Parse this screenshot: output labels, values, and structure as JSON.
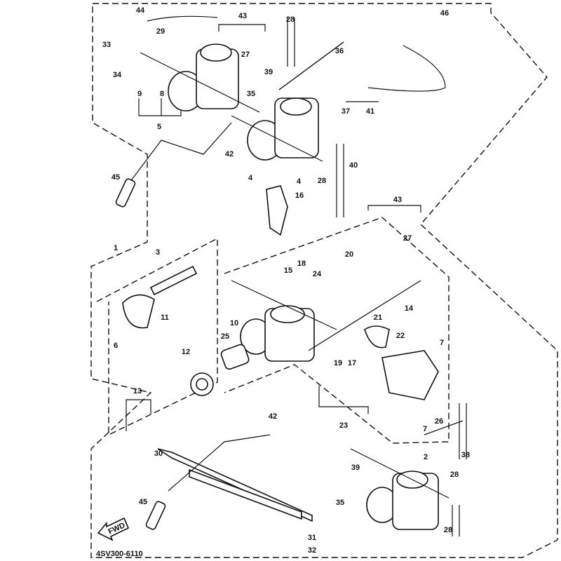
{
  "diagram": {
    "part_labels": [
      "44",
      "29",
      "33",
      "43",
      "27",
      "28",
      "36",
      "46",
      "34",
      "9",
      "8",
      "5",
      "39",
      "35",
      "37",
      "41",
      "42",
      "40",
      "4",
      "45",
      "4",
      "16",
      "28",
      "43",
      "27",
      "1",
      "3",
      "20",
      "15",
      "18",
      "24",
      "14",
      "21",
      "22",
      "6",
      "11",
      "10",
      "25",
      "12",
      "19",
      "17",
      "7",
      "13",
      "23",
      "7",
      "26",
      "42",
      "38",
      "2",
      "39",
      "30",
      "28",
      "35",
      "45",
      "28",
      "31",
      "32"
    ],
    "direction_badge": "FWD",
    "drawing_code": "4SV300-6110",
    "line_color": "#111111",
    "background_color": "#ffffff"
  }
}
